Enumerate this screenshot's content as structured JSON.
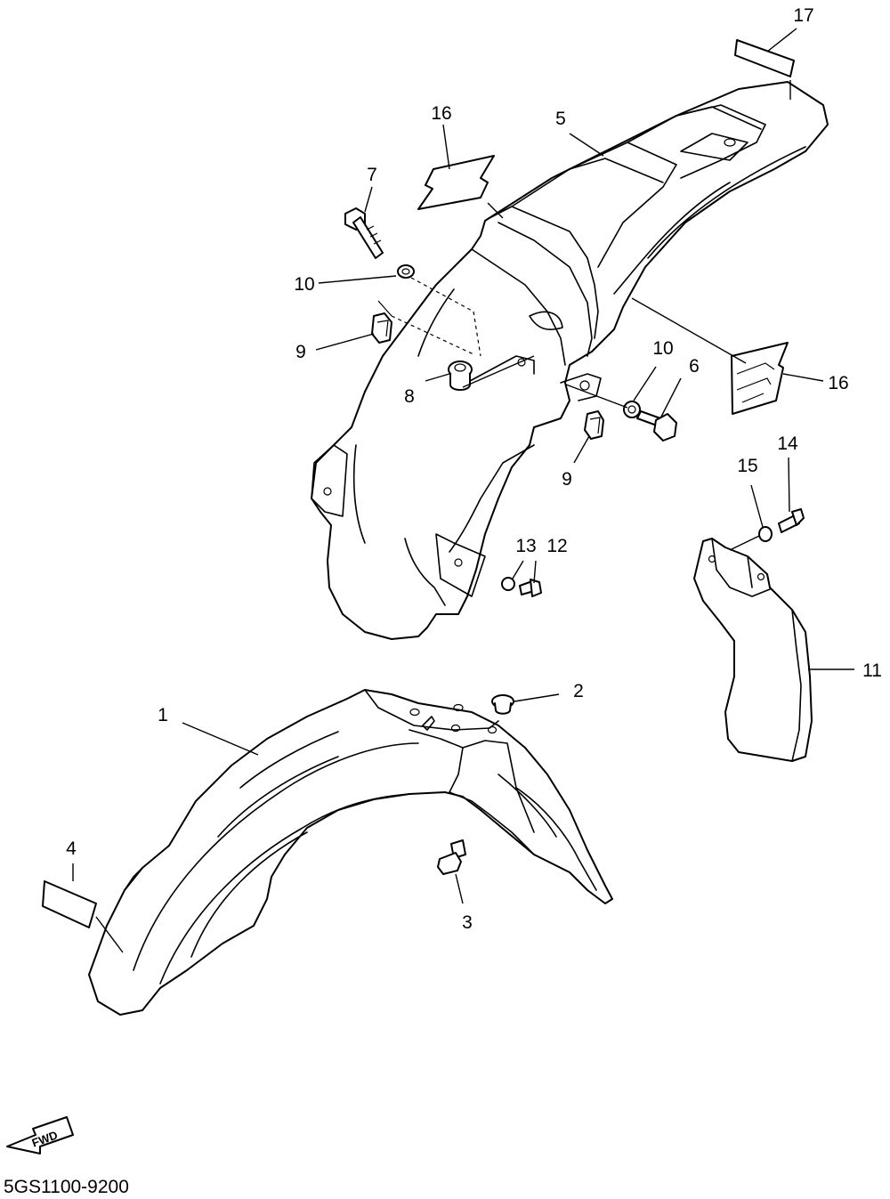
{
  "diagram": {
    "code": "5GS1100-9200",
    "fwd_label": "FWD",
    "callouts": [
      {
        "id": "c1",
        "label": "1"
      },
      {
        "id": "c2",
        "label": "2"
      },
      {
        "id": "c3",
        "label": "3"
      },
      {
        "id": "c4",
        "label": "4"
      },
      {
        "id": "c5",
        "label": "5"
      },
      {
        "id": "c6",
        "label": "6"
      },
      {
        "id": "c7",
        "label": "7"
      },
      {
        "id": "c8",
        "label": "8"
      },
      {
        "id": "c9a",
        "label": "9"
      },
      {
        "id": "c9b",
        "label": "9"
      },
      {
        "id": "c10a",
        "label": "10"
      },
      {
        "id": "c10b",
        "label": "10"
      },
      {
        "id": "c11",
        "label": "11"
      },
      {
        "id": "c12",
        "label": "12"
      },
      {
        "id": "c13",
        "label": "13"
      },
      {
        "id": "c14",
        "label": "14"
      },
      {
        "id": "c15",
        "label": "15"
      },
      {
        "id": "c16a",
        "label": "16"
      },
      {
        "id": "c16b",
        "label": "16"
      },
      {
        "id": "c17",
        "label": "17"
      }
    ]
  }
}
